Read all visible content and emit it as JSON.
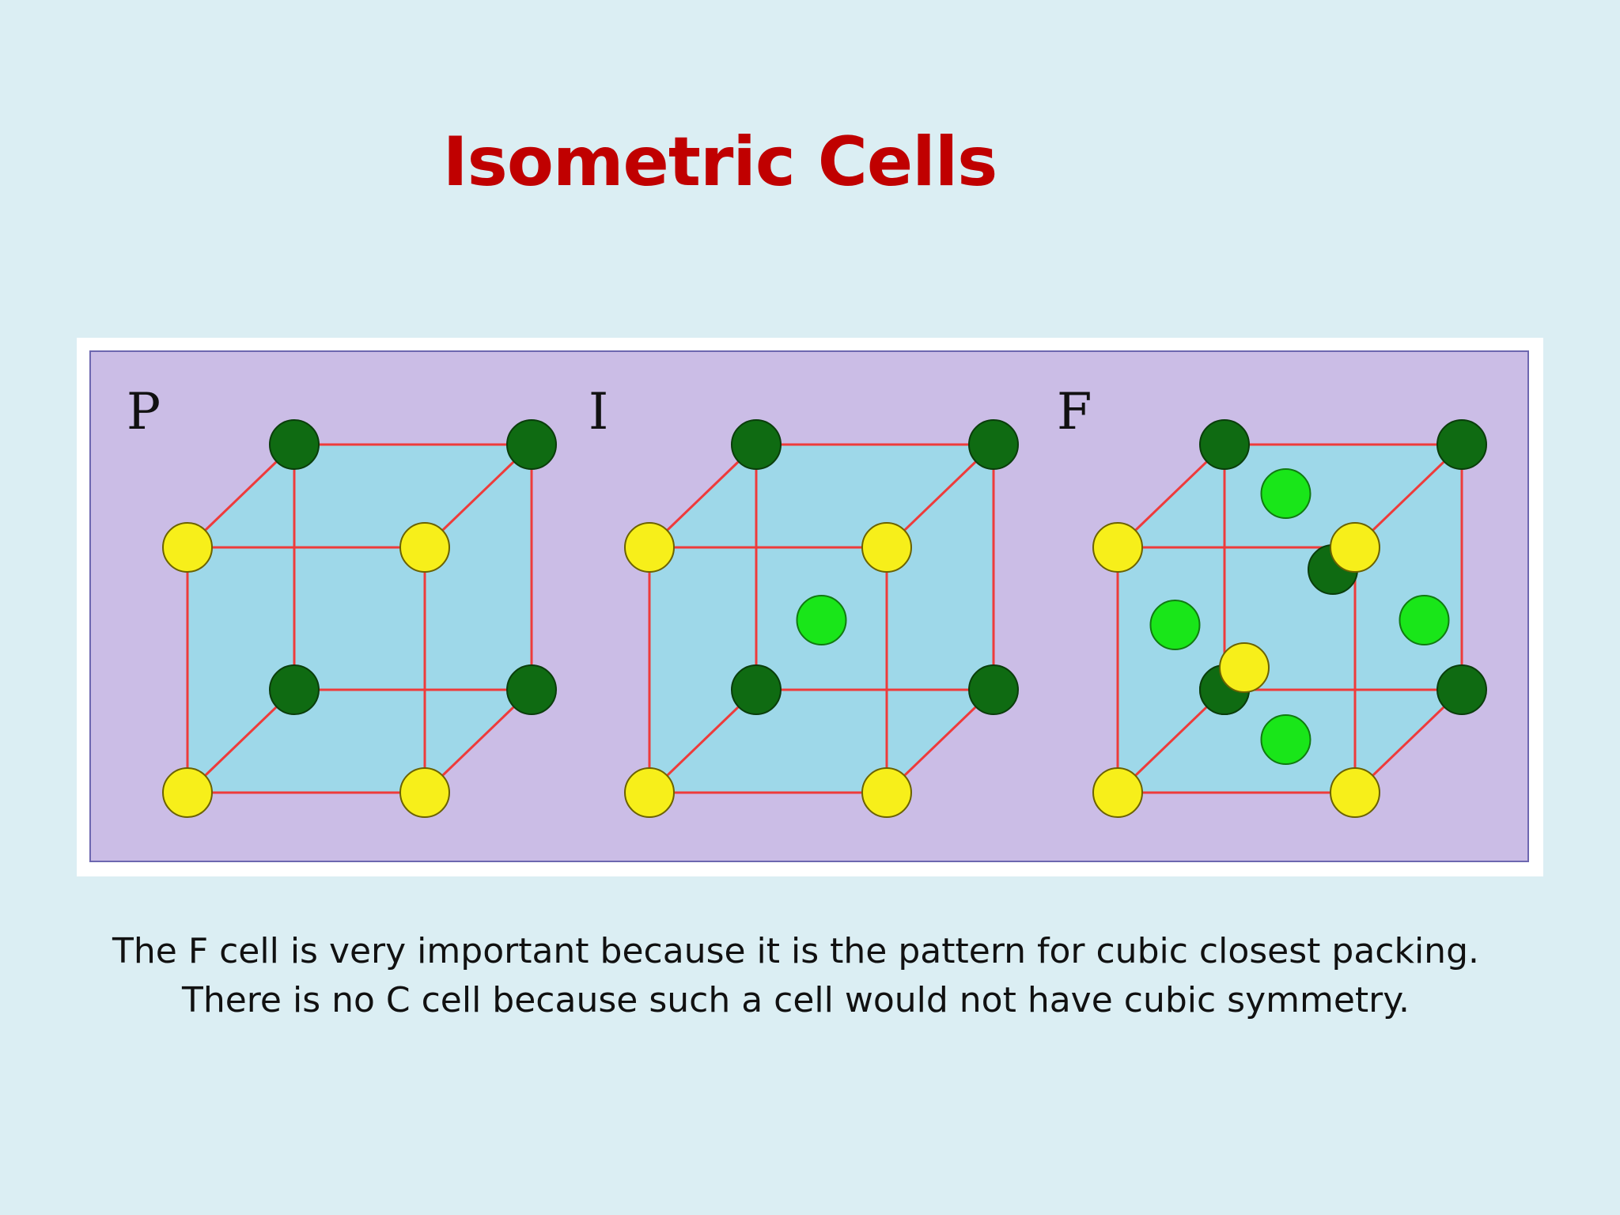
{
  "slide": {
    "title": "Isometric Cells",
    "caption_line_1": "The F cell is very important because it is the pattern for cubic closest packing.",
    "caption_line_2": "There is no C cell because such a cell would not have cubic symmetry."
  },
  "figure": {
    "panels": [
      {
        "label": "P",
        "body_centered": false,
        "face_centered": false
      },
      {
        "label": "I",
        "body_centered": true,
        "face_centered": false
      },
      {
        "label": "F",
        "body_centered": false,
        "face_centered": true
      }
    ],
    "colors": {
      "frame_background": "#ffffff",
      "panel_background": "#cbbde6",
      "panel_border": "#6d67b0",
      "cube_face": "#9ed8e9",
      "edge": "#ee3b3b",
      "front_atom": "#f7ef1a",
      "back_atom": "#0f6b12",
      "center_atom": "#19e619",
      "label_text": "#111111"
    }
  }
}
